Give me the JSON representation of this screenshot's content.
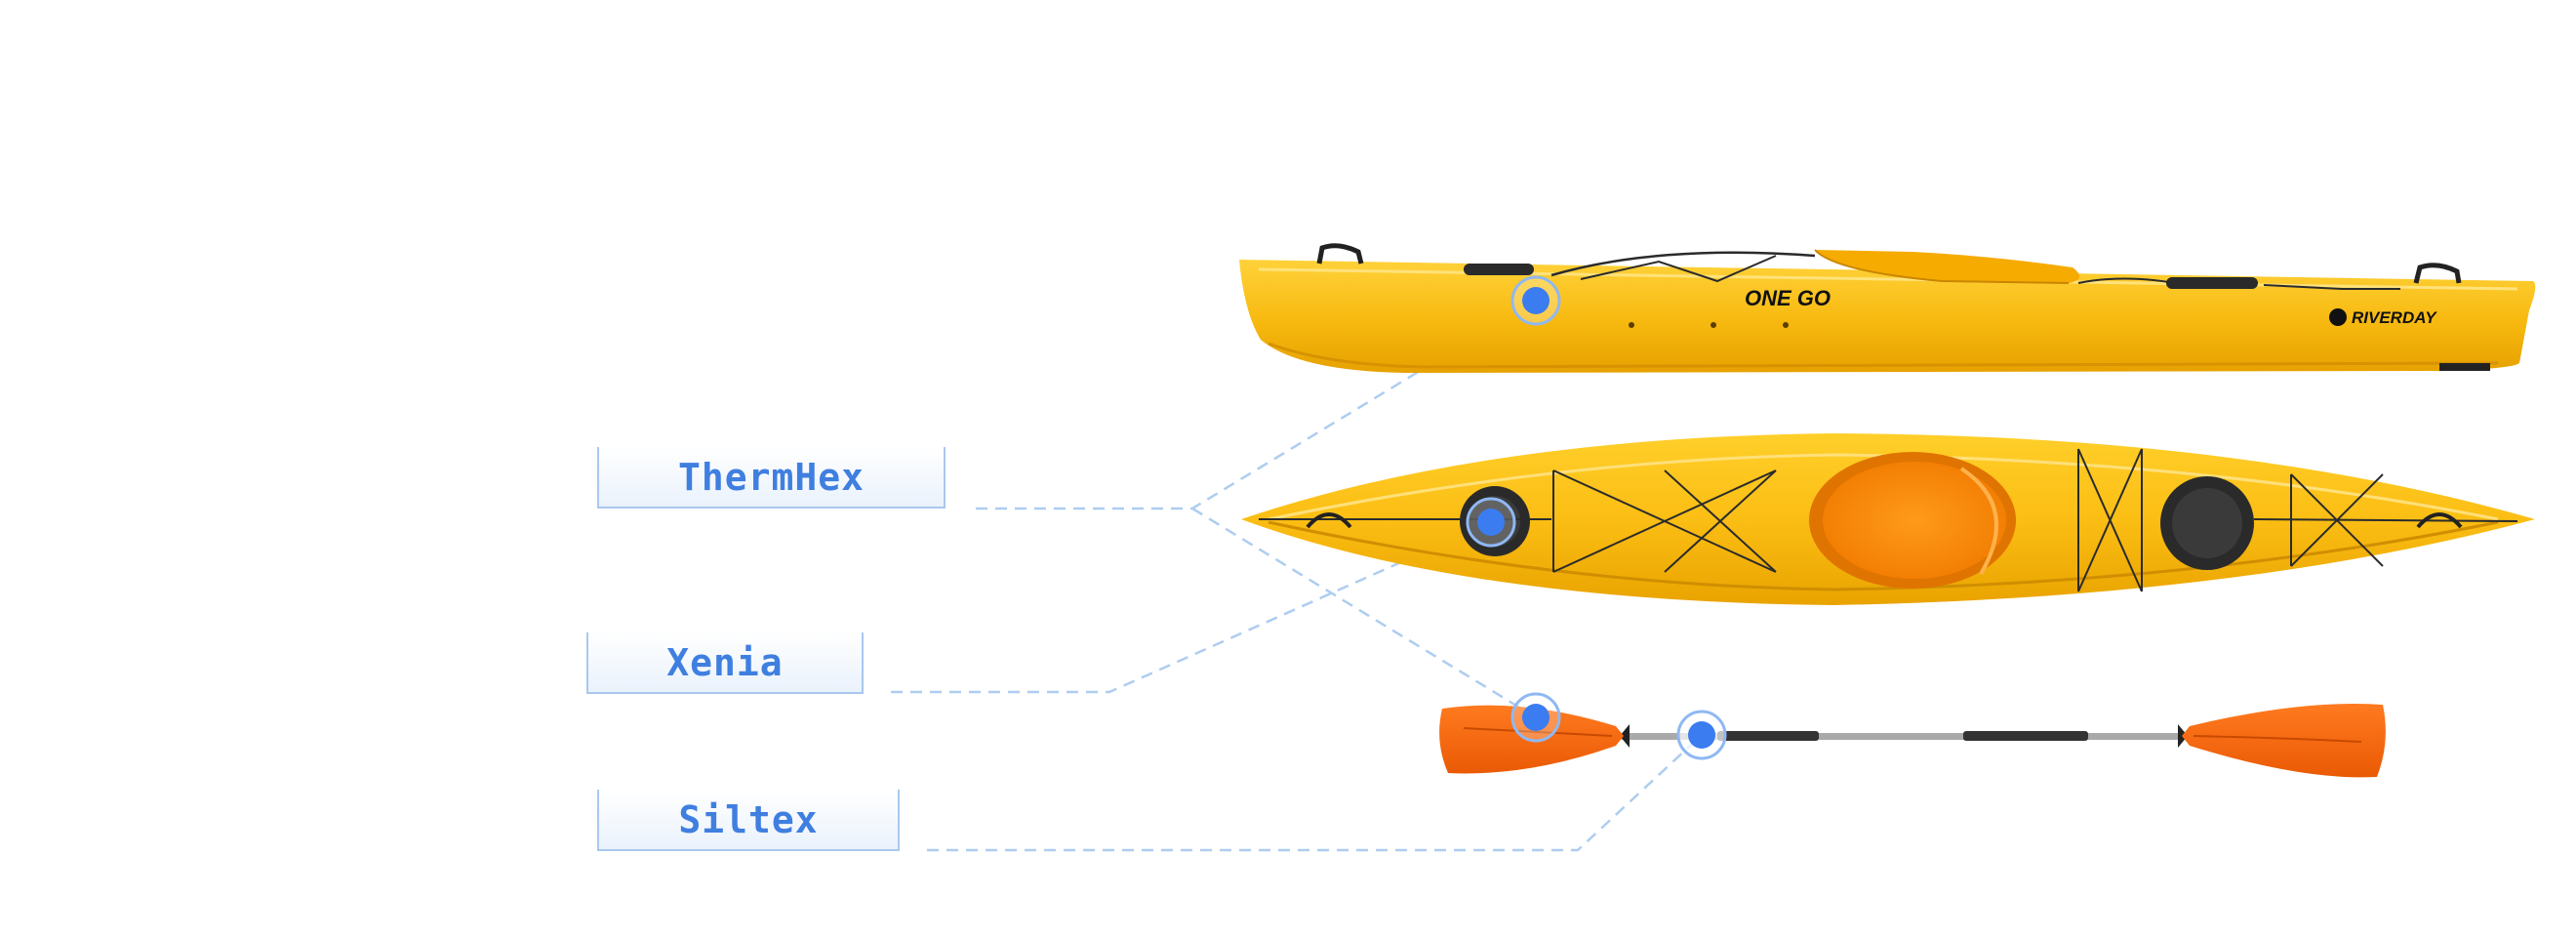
{
  "labels": [
    {
      "id": "thermhex",
      "text": "ThermHex"
    },
    {
      "id": "xenia",
      "text": "Xenia"
    },
    {
      "id": "siltex",
      "text": "Siltex"
    }
  ],
  "kayak_side": {
    "model_text": "ONE GO",
    "brand_text": "RIVERDAY"
  },
  "colors": {
    "label_text": "#3f7fe0",
    "marker": "#3b7cf0",
    "connector": "#aecdf0",
    "kayak_yellow": "#f7b90f",
    "paddle_orange": "#f56a10"
  }
}
